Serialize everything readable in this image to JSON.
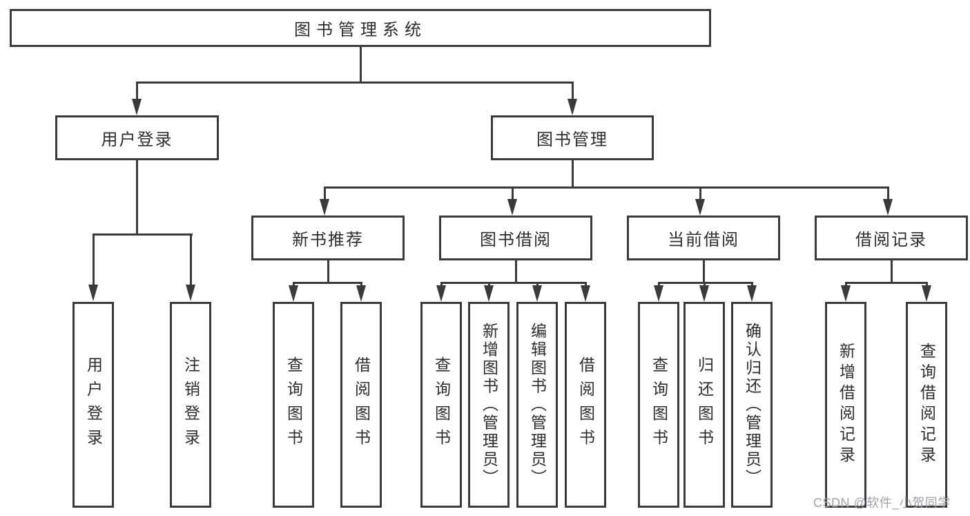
{
  "tree": {
    "label": "图书管理系统",
    "children": [
      {
        "label": "用户登录",
        "children": [
          {
            "label": "用户登录"
          },
          {
            "label": "注销登录"
          }
        ]
      },
      {
        "label": "图书管理",
        "children": [
          {
            "label": "新书推荐",
            "children": [
              {
                "label": "查询图书"
              },
              {
                "label": "借阅图书"
              }
            ]
          },
          {
            "label": "图书借阅",
            "children": [
              {
                "label": "查询图书"
              },
              {
                "label": "新增图书（管理员）"
              },
              {
                "label": "编辑图书（管理员）"
              },
              {
                "label": "借阅图书"
              }
            ]
          },
          {
            "label": "当前借阅",
            "children": [
              {
                "label": "查询图书"
              },
              {
                "label": "归还图书"
              },
              {
                "label": "确认归还（管理员）"
              }
            ]
          },
          {
            "label": "借阅记录",
            "children": [
              {
                "label": "新增借阅记录"
              },
              {
                "label": "查询借阅记录"
              }
            ]
          }
        ]
      }
    ]
  },
  "watermark": {
    "text": "CSDN @软件_小贺同学"
  },
  "colors": {
    "line": "#3a3a3a",
    "text": "#2d2d2d",
    "watermark": "#a0a2a7",
    "background": "#ffffff"
  }
}
